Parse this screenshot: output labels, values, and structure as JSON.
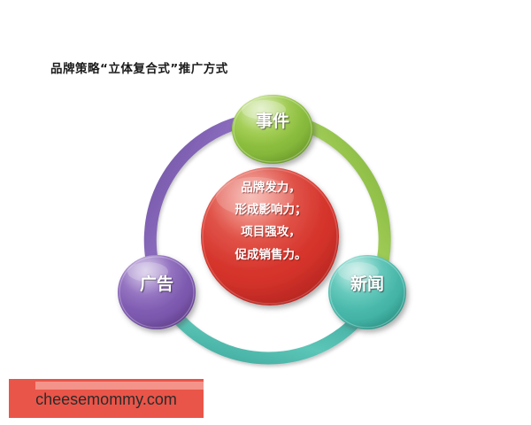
{
  "slide": {
    "title": "品牌策略“立体复合式”推广方式",
    "background_color": "#ffffff"
  },
  "diagram": {
    "type": "cycle-diagram",
    "center": {
      "name": "center-core",
      "color": "#d8342c",
      "lines": [
        "品牌发力，",
        "形成影响力；",
        "项目强攻，",
        "促成销售力。"
      ]
    },
    "nodes": [
      {
        "id": "event",
        "label": "事件",
        "position": "top",
        "color": "#8dc044"
      },
      {
        "id": "advertising",
        "label": "广告",
        "position": "left",
        "color": "#7b5bae"
      },
      {
        "id": "news",
        "label": "新闻",
        "position": "right",
        "color": "#49bcaf"
      }
    ],
    "arcs": [
      {
        "id": "arc-advertising-event",
        "from": "advertising",
        "to": "event",
        "color": "#7b5bae"
      },
      {
        "id": "arc-event-news",
        "from": "event",
        "to": "news",
        "color": "#8dc044"
      },
      {
        "id": "arc-news-advertising",
        "from": "news",
        "to": "advertising",
        "color": "#49bcaf"
      }
    ]
  },
  "watermark": {
    "text": "cheesemommy.com",
    "band_color": "#ea5549",
    "highlight_color": "#f4938a"
  }
}
